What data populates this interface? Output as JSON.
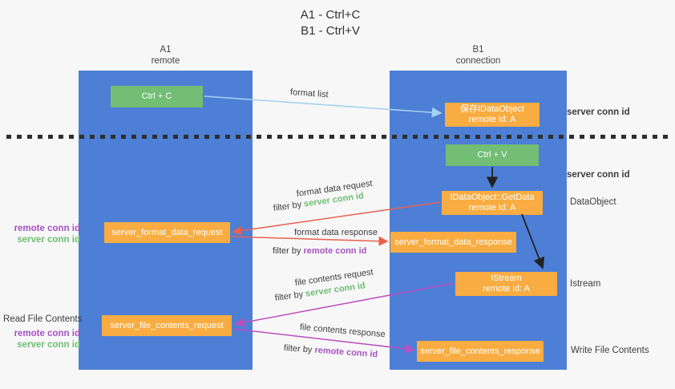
{
  "title": {
    "line1": "A1 - Ctrl+C",
    "line2": "B1 - Ctrl+V"
  },
  "lanes": {
    "left": {
      "name": "A1",
      "role": "remote"
    },
    "right": {
      "name": "B1",
      "role": "connection"
    }
  },
  "nodes": {
    "ctrl_c": {
      "label": "Ctrl + C"
    },
    "ctrl_v": {
      "label": "Ctrl + V"
    },
    "save_idataobject": {
      "line1": "保存IDataObject",
      "line2": "remote id: A"
    },
    "getdata": {
      "line1": "IDataObject::GetData",
      "line2": "remote id: A"
    },
    "istream": {
      "line1": "IStream",
      "line2": "remote id: A"
    },
    "format_request": {
      "label": "server_format_data_request"
    },
    "format_response": {
      "label": "server_format_data_response"
    },
    "file_request": {
      "label": "server_file_contents_request"
    },
    "file_response": {
      "label": "server_file_contents_response"
    }
  },
  "side_labels": {
    "server_conn_id": "server conn id",
    "remote_conn_id": "remote conn id",
    "dataobject": "DataObject",
    "istream": "Istream",
    "read_file_contents": "Read File Contents",
    "write_file_contents": "Write File Contents"
  },
  "arrows": {
    "format_list": "format list",
    "format_data_request": "format data request",
    "format_data_response": "format data response",
    "file_contents_request": "file contents request",
    "file_contents_response": "file contents response",
    "filter_by": "filter by ",
    "server_conn_id": "server conn id",
    "remote_conn_id": "remote conn id"
  },
  "colors": {
    "lane_blue": "#4d7fd6",
    "node_green": "#71be74",
    "node_orange": "#f8ac41",
    "arrow_red": "#e9604f",
    "arrow_magenta": "#bc4fbe",
    "arrow_light_blue": "#a5d2f1",
    "arrow_black": "#222222",
    "text_green": "#6dbe71",
    "text_purple": "#a653c4",
    "text_gray": "#3d3d3d",
    "background": "#f7f7f7"
  }
}
